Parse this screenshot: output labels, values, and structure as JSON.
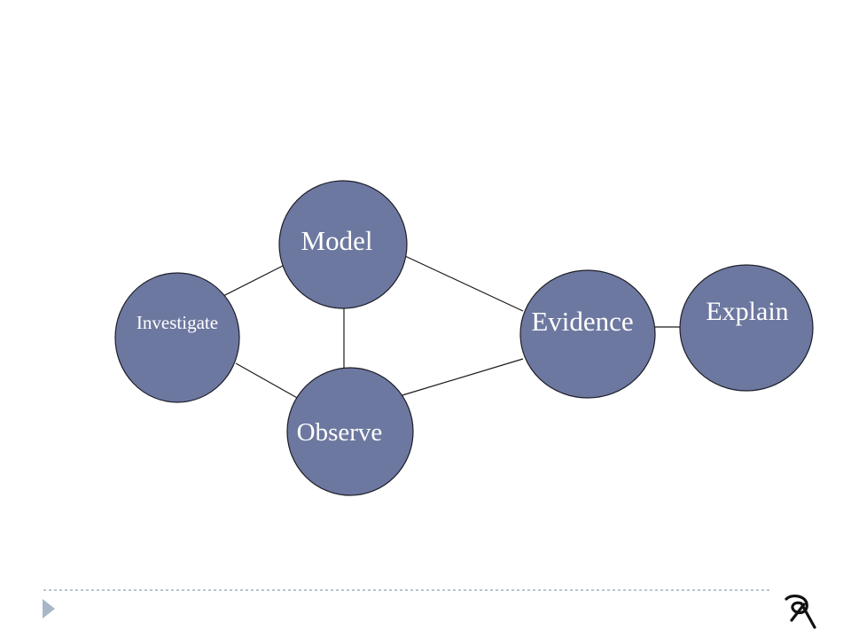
{
  "diagram": {
    "nodes": [
      {
        "id": "model",
        "label": "Model"
      },
      {
        "id": "investigate",
        "label": "Investigate"
      },
      {
        "id": "observe",
        "label": "Observe"
      },
      {
        "id": "evidence",
        "label": "Evidence"
      },
      {
        "id": "explain",
        "label": "Explain"
      }
    ],
    "edges": [
      [
        "investigate",
        "model"
      ],
      [
        "investigate",
        "observe"
      ],
      [
        "model",
        "observe"
      ],
      [
        "model",
        "evidence"
      ],
      [
        "observe",
        "evidence"
      ],
      [
        "evidence",
        "explain"
      ]
    ],
    "node_color": "#6d78a0",
    "label_color": "#ffffff"
  },
  "footer": {
    "rule_color": "#9fb3bf",
    "arrow_icon": "triangle-right-icon",
    "logo_icon": "swirl-logo-icon"
  }
}
